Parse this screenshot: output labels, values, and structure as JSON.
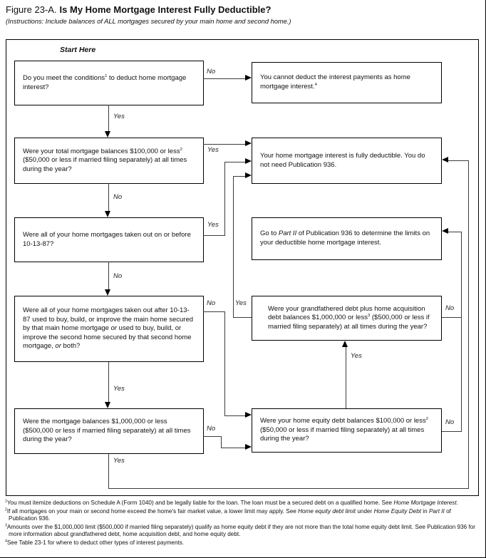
{
  "colors": {
    "background": "#ffffff",
    "text": "#111111",
    "line": "#3c3c3c",
    "border": "#000000"
  },
  "header": {
    "figure_label": "Figure 23-A.",
    "title": "Is My Home Mortgage Interest Fully Deductible?",
    "instructions": "(Instructions: Include balances of ALL mortgages secured by your main home and second home.)"
  },
  "flowchart": {
    "start_label": "Start Here",
    "nodes": {
      "conditions": {
        "type": "question",
        "segments": [
          {
            "t": "Do you meet the conditions"
          },
          {
            "t": "1",
            "sup": true
          },
          {
            "t": " to deduct home mortgage interest?"
          }
        ]
      },
      "cannot_deduct": {
        "type": "result",
        "segments": [
          {
            "t": "You cannot deduct the interest payments as home mortgage interest."
          },
          {
            "t": "4",
            "sup": true
          }
        ]
      },
      "total_balances": {
        "type": "question",
        "segments": [
          {
            "t": "Were your total mortgage balances $100,000 or less"
          },
          {
            "t": "2",
            "sup": true
          },
          {
            "t": " ($50,000 or less if married filing separately) at all times during the year?"
          }
        ]
      },
      "fully_deductible": {
        "type": "result",
        "segments": [
          {
            "t": "Your home mortgage interest is fully deductible. You do not need Publication 936."
          }
        ]
      },
      "before_101387": {
        "type": "question",
        "segments": [
          {
            "t": "Were all of your home mortgages taken out on or before 10-13-87?"
          }
        ]
      },
      "part2": {
        "type": "result",
        "segments": [
          {
            "t": "Go to "
          },
          {
            "t": "Part II",
            "i": true
          },
          {
            "t": " of Publication 936 to determine the limits on your deductible home mortgage interest."
          }
        ]
      },
      "after_101387": {
        "type": "question",
        "segments": [
          {
            "t": "Were all of your home mortgages taken out after 10-13-87 used to buy, build, or improve the main home secured by that main home mortgage "
          },
          {
            "t": "or",
            "i": true
          },
          {
            "t": " used to buy, build, or improve the second home secured by that second home mortgage, "
          },
          {
            "t": "or",
            "i": true
          },
          {
            "t": " both?"
          }
        ]
      },
      "grandfathered": {
        "type": "question",
        "segments": [
          {
            "t": "Were your grandfathered debt plus home acquisition debt balances $1,000,000 or less"
          },
          {
            "t": "3",
            "sup": true
          },
          {
            "t": " ($500,000 or less if married filing separately) at all times during the year?"
          }
        ]
      },
      "balances_1m": {
        "type": "question",
        "segments": [
          {
            "t": "Were the mortgage balances $1,000,000 or less ($500,000 or less if married filing separately) at all times during the year?"
          }
        ]
      },
      "home_equity": {
        "type": "question",
        "segments": [
          {
            "t": "Were your home equity debt balances $100,000 or less"
          },
          {
            "t": "2",
            "sup": true
          },
          {
            "t": " ($50,000 or less if married filing separately) at all times during the year?"
          }
        ]
      }
    },
    "connectors": {
      "conditions_no": {
        "label": "No",
        "from": "conditions",
        "to": "cannot_deduct"
      },
      "conditions_yes": {
        "label": "Yes",
        "from": "conditions",
        "to": "total_balances"
      },
      "total_yes": {
        "label": "Yes",
        "from": "total_balances",
        "to": "fully_deductible"
      },
      "total_no": {
        "label": "No",
        "from": "total_balances",
        "to": "before_101387"
      },
      "before_yes": {
        "label": "Yes",
        "from": "before_101387",
        "to": "fully_deductible"
      },
      "before_no": {
        "label": "No",
        "from": "before_101387",
        "to": "after_101387"
      },
      "after_no": {
        "label": "No",
        "from": "after_101387",
        "to": "home_equity"
      },
      "after_yes": {
        "label": "Yes",
        "from": "after_101387",
        "to": "balances_1m"
      },
      "balances1m_no": {
        "label": "No",
        "from": "balances_1m",
        "to": "home_equity"
      },
      "balances1m_yes": {
        "label": "Yes",
        "from": "balances_1m",
        "to": "fully_deductible"
      },
      "grandfathered_yes": {
        "label": "Yes",
        "from": "grandfathered",
        "to": "fully_deductible"
      },
      "grandfathered_no": {
        "label": "No",
        "from": "grandfathered",
        "to": "part2"
      },
      "homeequity_yes": {
        "label": "Yes",
        "from": "home_equity",
        "to": "grandfathered"
      },
      "homeequity_no": {
        "label": "No",
        "from": "home_equity",
        "to": "part2"
      }
    }
  },
  "footnotes": [
    {
      "segments": [
        {
          "t": "1",
          "sup": true
        },
        {
          "t": "You must itemize deductions on Schedule A (Form 1040) and be legally liable for the loan. The loan must be a secured debt on a qualified home. See "
        },
        {
          "t": "Home Mortgage Interest",
          "i": true
        },
        {
          "t": "."
        }
      ]
    },
    {
      "segments": [
        {
          "t": "2",
          "sup": true
        },
        {
          "t": "If all mortgages on your main or second home exceed the home's fair market value, a lower limit may apply. See "
        },
        {
          "t": "Home equity debt limit",
          "i": true
        },
        {
          "t": " under "
        },
        {
          "t": "Home Equity Debt",
          "i": true
        },
        {
          "t": " in "
        },
        {
          "t": "Part II",
          "i": true
        },
        {
          "t": " of Publication 936."
        }
      ]
    },
    {
      "segments": [
        {
          "t": "3",
          "sup": true
        },
        {
          "t": "Amounts over the $1,000,000 limit ($500,000 if married filing separately) qualify as home equity debt if they are not more than the total home equity debt limit. See Publication 936 for more information about grandfathered debt, home acquisition debt, and home equity debt."
        }
      ]
    },
    {
      "segments": [
        {
          "t": "4",
          "sup": true
        },
        {
          "t": "See Table 23-1 for where to deduct other types of interest payments."
        }
      ]
    }
  ]
}
